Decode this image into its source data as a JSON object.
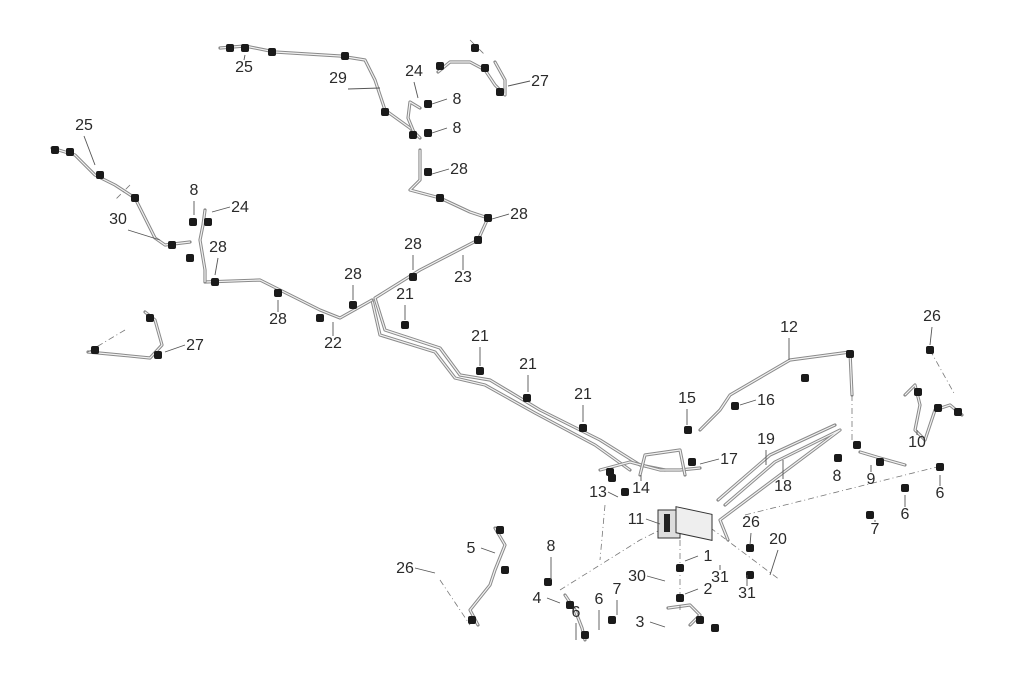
{
  "title": "Brake line assembly exploded diagram",
  "callouts": [
    "25",
    "29",
    "24",
    "8",
    "8",
    "27",
    "25",
    "8",
    "24",
    "30",
    "28",
    "28",
    "28",
    "28",
    "28",
    "23",
    "21",
    "28",
    "22",
    "27",
    "21",
    "12",
    "26",
    "21",
    "16",
    "21",
    "15",
    "19",
    "10",
    "17",
    "8",
    "9",
    "18",
    "14",
    "13",
    "6",
    "6",
    "11",
    "26",
    "7",
    "20",
    "8",
    "5",
    "1",
    "26",
    "30",
    "31",
    "2",
    "31",
    "7",
    "6",
    "4",
    "6",
    "3"
  ],
  "colors": {
    "pipe": "#8a8a8a",
    "fitting": "#1a1a1a",
    "text": "#2a2a2a"
  }
}
